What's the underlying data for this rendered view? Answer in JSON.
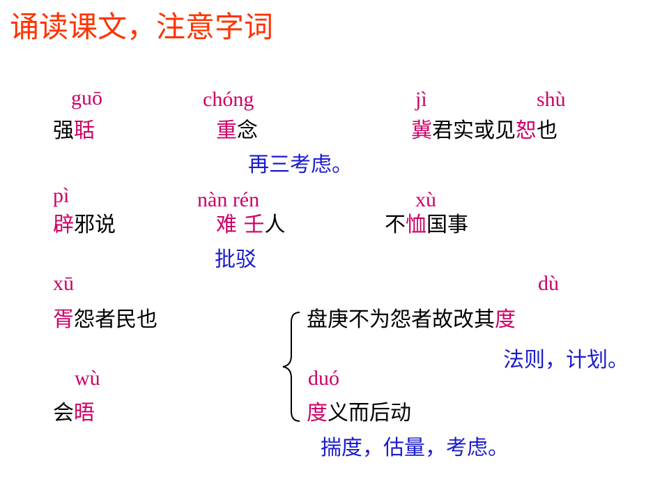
{
  "title": "诵读课文，注意字词",
  "colors": {
    "title": "#ff3300",
    "highlight": "#cc0066",
    "text": "#000000",
    "definition": "#1a1acc"
  },
  "items": {
    "guo": {
      "pinyin": "guō",
      "pre": "强",
      "hl": "聒",
      "post": ""
    },
    "chong": {
      "pinyin": "chóng",
      "pre": "",
      "hl": "重",
      "post": "念",
      "definition": "再三考虑。"
    },
    "jishu": {
      "pinyin1": "jì",
      "pinyin2": "shù",
      "pre": "",
      "hl1": "冀",
      "mid": "君实或见",
      "hl2": "恕",
      "post": "也"
    },
    "pi": {
      "pinyin": "pì",
      "pre": "",
      "hl": "辟",
      "post": "邪说"
    },
    "nanren": {
      "pinyin": "nàn rén",
      "pre": "",
      "hl1": "难",
      "mid": " ",
      "hl2": "壬",
      "post": "人",
      "definition": "批驳"
    },
    "xu_shi": {
      "pinyin": "xù",
      "pre": "不",
      "hl": "恤",
      "post": "国事"
    },
    "xu_min": {
      "pinyin": "xū",
      "pre": "",
      "hl": "胥",
      "post": "怨者民也"
    },
    "du": {
      "pinyin": "dù",
      "pre": "盘庚不为怨者故改其",
      "hl": "度",
      "post": "",
      "definition": "法则，计划。"
    },
    "wu": {
      "pinyin": "wù",
      "pre": "会",
      "hl": "晤",
      "post": ""
    },
    "duo": {
      "pinyin": "duó",
      "pre": "",
      "hl": "度",
      "post": "义而后动",
      "definition": "揣度，估量，考虑。"
    }
  }
}
